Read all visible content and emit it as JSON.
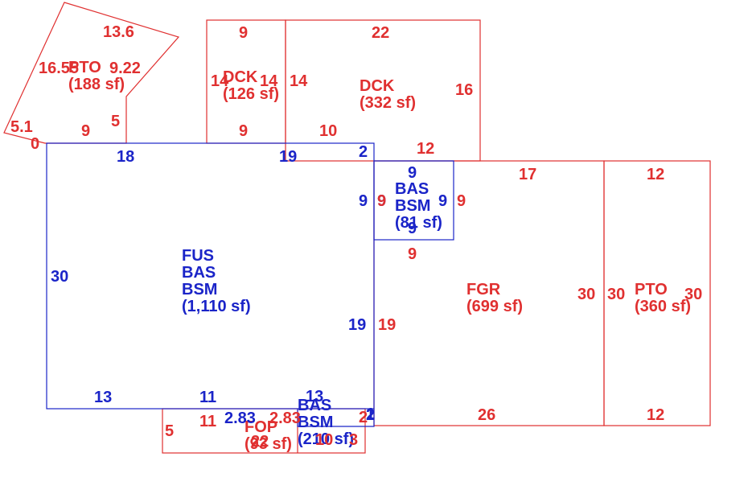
{
  "colors": {
    "red": "#e03030",
    "blue": "#1a24c8",
    "background": "#ffffff"
  },
  "areas": [
    {
      "id": "pto-top",
      "color": "red",
      "lines": [
        "PTO",
        "(188 sf)"
      ]
    },
    {
      "id": "dck-small",
      "color": "red",
      "lines": [
        "DCK",
        "(126 sf)"
      ]
    },
    {
      "id": "dck-large",
      "color": "red",
      "lines": [
        "DCK",
        "(332 sf)"
      ]
    },
    {
      "id": "fus-bas-bsm",
      "color": "blue",
      "lines": [
        "FUS",
        "BAS",
        "BSM",
        "(1,110 sf)"
      ]
    },
    {
      "id": "bas-bsm-small",
      "color": "blue",
      "lines": [
        "BAS",
        "BSM",
        "(81 sf)"
      ]
    },
    {
      "id": "fgr",
      "color": "red",
      "lines": [
        "FGR",
        "(699 sf)"
      ]
    },
    {
      "id": "pto-right",
      "color": "red",
      "lines": [
        "PTO",
        "(360 sf)"
      ]
    },
    {
      "id": "fop",
      "color": "red",
      "lines": [
        "FOP",
        "(93 sf)"
      ]
    },
    {
      "id": "bas-bsm-bottom",
      "color": "blue",
      "lines": [
        "BAS",
        "BSM",
        "(210 sf)"
      ]
    }
  ],
  "dimensions": [
    {
      "id": "dim-pto-top",
      "color": "red",
      "text": "13.6"
    },
    {
      "id": "dim-pto-left",
      "color": "red",
      "text": "16.55"
    },
    {
      "id": "dim-pto-right",
      "color": "red",
      "text": "9.22"
    },
    {
      "id": "dim-pto-side",
      "color": "red",
      "text": "5.1"
    },
    {
      "id": "dim-pto-bottom",
      "color": "red",
      "text": "9"
    },
    {
      "id": "dim-pto-5",
      "color": "red",
      "text": "5"
    },
    {
      "id": "dim-pto-0",
      "color": "red",
      "text": "0"
    },
    {
      "id": "dim-dcks-top",
      "color": "red",
      "text": "9"
    },
    {
      "id": "dim-dcks-left",
      "color": "red",
      "text": "14"
    },
    {
      "id": "dim-dcks-right",
      "color": "red",
      "text": "14"
    },
    {
      "id": "dim-dcks-bottom",
      "color": "red",
      "text": "9"
    },
    {
      "id": "dim-dckl-top",
      "color": "red",
      "text": "22"
    },
    {
      "id": "dim-dckl-left",
      "color": "red",
      "text": "14"
    },
    {
      "id": "dim-dckl-right",
      "color": "red",
      "text": "16"
    },
    {
      "id": "dim-dckl-bottom",
      "color": "red",
      "text": "10"
    },
    {
      "id": "dim-dckl-12",
      "color": "red",
      "text": "12"
    },
    {
      "id": "dim-fus-top1",
      "color": "blue",
      "text": "18"
    },
    {
      "id": "dim-fus-top2",
      "color": "blue",
      "text": "19"
    },
    {
      "id": "dim-fus-2",
      "color": "blue",
      "text": "2"
    },
    {
      "id": "dim-fus-left",
      "color": "blue",
      "text": "30"
    },
    {
      "id": "dim-fus-9",
      "color": "blue",
      "text": "9"
    },
    {
      "id": "dim-fus-right",
      "color": "blue",
      "text": "19"
    },
    {
      "id": "dim-fus-bottom1",
      "color": "blue",
      "text": "13"
    },
    {
      "id": "dim-fus-bottom2",
      "color": "blue",
      "text": "11"
    },
    {
      "id": "dim-fus-bottom3",
      "color": "blue",
      "text": "13"
    },
    {
      "id": "dim-fus-2b",
      "color": "blue",
      "text": "2"
    },
    {
      "id": "dim-bas-top",
      "color": "blue",
      "text": "9"
    },
    {
      "id": "dim-bas-left",
      "color": "blue",
      "text": "9"
    },
    {
      "id": "dim-bas-right",
      "color": "blue",
      "text": "9"
    },
    {
      "id": "dim-bas-bottom",
      "color": "blue",
      "text": "9"
    },
    {
      "id": "dim-fgr-9l",
      "color": "red",
      "text": "9"
    },
    {
      "id": "dim-fgr-9r",
      "color": "red",
      "text": "9"
    },
    {
      "id": "dim-fgr-9b",
      "color": "red",
      "text": "9"
    },
    {
      "id": "dim-fgr-top",
      "color": "red",
      "text": "17"
    },
    {
      "id": "dim-fgr-left",
      "color": "red",
      "text": "19"
    },
    {
      "id": "dim-fgr-right",
      "color": "red",
      "text": "30"
    },
    {
      "id": "dim-fgr-bottom",
      "color": "red",
      "text": "26"
    },
    {
      "id": "dim-fgr-2",
      "color": "red",
      "text": "2"
    },
    {
      "id": "dim-pto2-top",
      "color": "red",
      "text": "12"
    },
    {
      "id": "dim-pto2-left",
      "color": "red",
      "text": "30"
    },
    {
      "id": "dim-pto2-right",
      "color": "red",
      "text": "30"
    },
    {
      "id": "dim-pto2-bottom",
      "color": "red",
      "text": "12"
    },
    {
      "id": "dim-fop-11",
      "color": "red",
      "text": "11"
    },
    {
      "id": "dim-fop-5",
      "color": "red",
      "text": "5"
    },
    {
      "id": "dim-fop-283a",
      "color": "blue",
      "text": "2.83"
    },
    {
      "id": "dim-fop-283b",
      "color": "red",
      "text": "2.83"
    },
    {
      "id": "dim-fop-22",
      "color": "red",
      "text": "22"
    },
    {
      "id": "dim-fop-10",
      "color": "red",
      "text": "10"
    },
    {
      "id": "dim-fop-3",
      "color": "red",
      "text": "3"
    },
    {
      "id": "dim-fop-1",
      "color": "blue",
      "text": "1"
    }
  ]
}
